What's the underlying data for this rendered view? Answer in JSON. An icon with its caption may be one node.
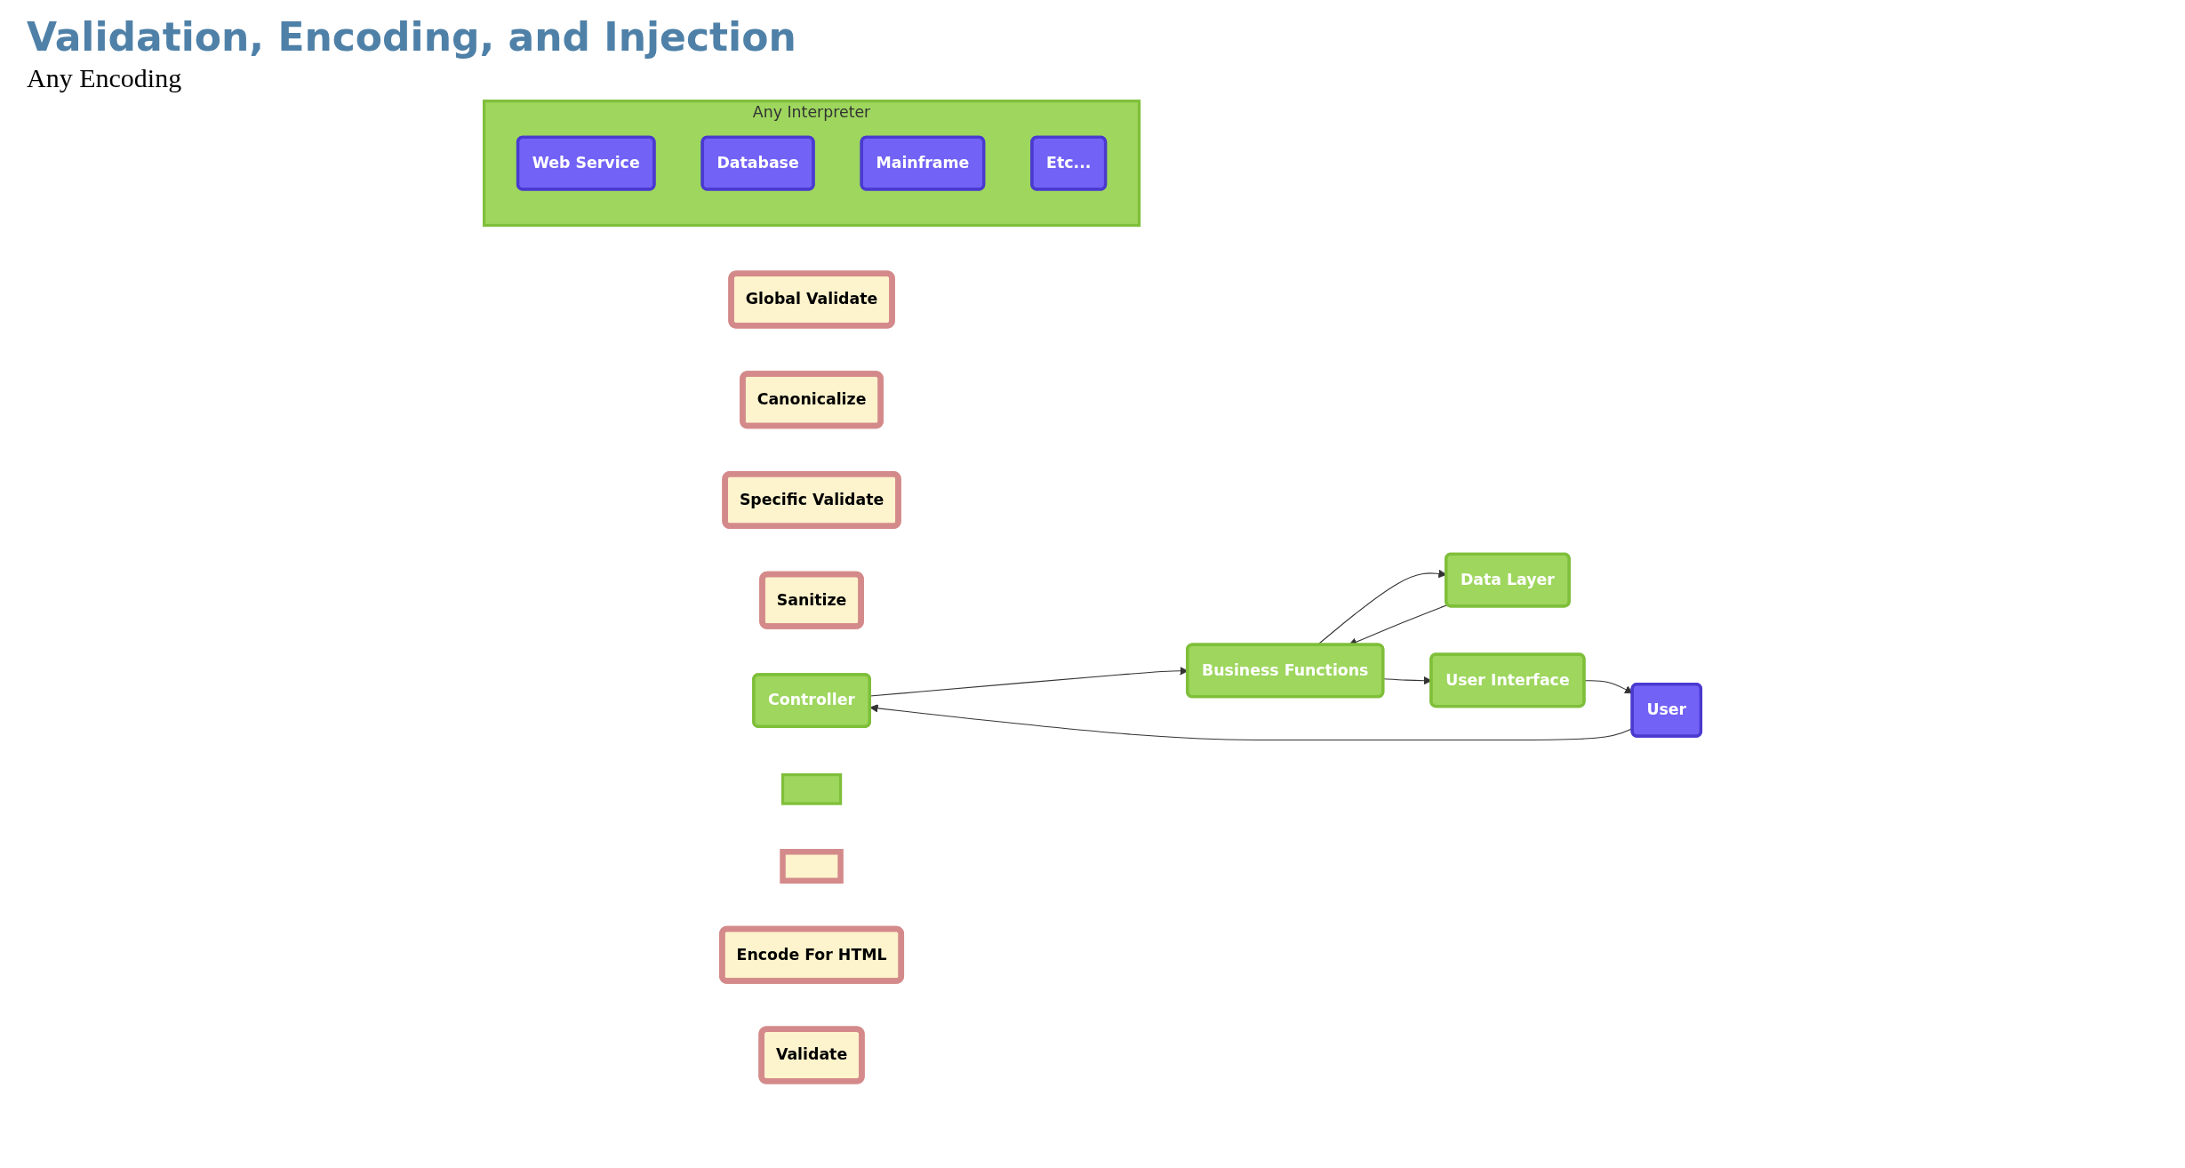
{
  "diagram": {
    "title": "Validation, Encoding, and Injection",
    "nodes": [
      {
        "text": [
          "Global Validate"
        ]
      },
      {
        "text": [
          "Canonicalize"
        ]
      },
      {
        "text": [
          "Specific Validate"
        ]
      },
      {
        "text": [
          "Sanitize"
        ]
      },
      {
        "text": [
          "Any Interpreter"
        ]
      },
      {
        "text": [
          "Web Service"
        ],
        "in": 4
      },
      {
        "text": [
          "Database"
        ],
        "in": 4
      },
      {
        "text": [
          "Mainframe"
        ],
        "in": 4
      },
      {
        "text": [
          "Etc..."
        ],
        "in": 4
      },
      {
        "text": [
          "Controller"
        ]
      },
      {
        "text": [
          "User"
        ]
      },
      {
        "text": [
          "Business Functions"
        ]
      },
      {
        "text": [
          "Data Layer"
        ]
      },
      {
        "text": [
          "User Interface"
        ]
      },
      {
        "text": [],
        "shape": "box"
      },
      {
        "text": [],
        "shape": "box"
      },
      {
        "text": [
          "Encode For HTML"
        ]
      },
      {
        "text": [
          "Validate"
        ]
      }
    ],
    "edges": [
      {
        "from": 10,
        "to": 9,
        "arrow": "to"
      },
      {
        "from": 9,
        "to": 11,
        "arrow": "to"
      },
      {
        "from": 11,
        "to": 13,
        "arrow": "to"
      },
      {
        "from": 13,
        "to": 10,
        "arrow": "to"
      },
      {
        "from": 11,
        "to": 12,
        "arrow": "to"
      },
      {
        "from": 12,
        "to": 11,
        "arrow": "to"
      }
    ],
    "labels": [
      "Any Encoding"
    ]
  }
}
